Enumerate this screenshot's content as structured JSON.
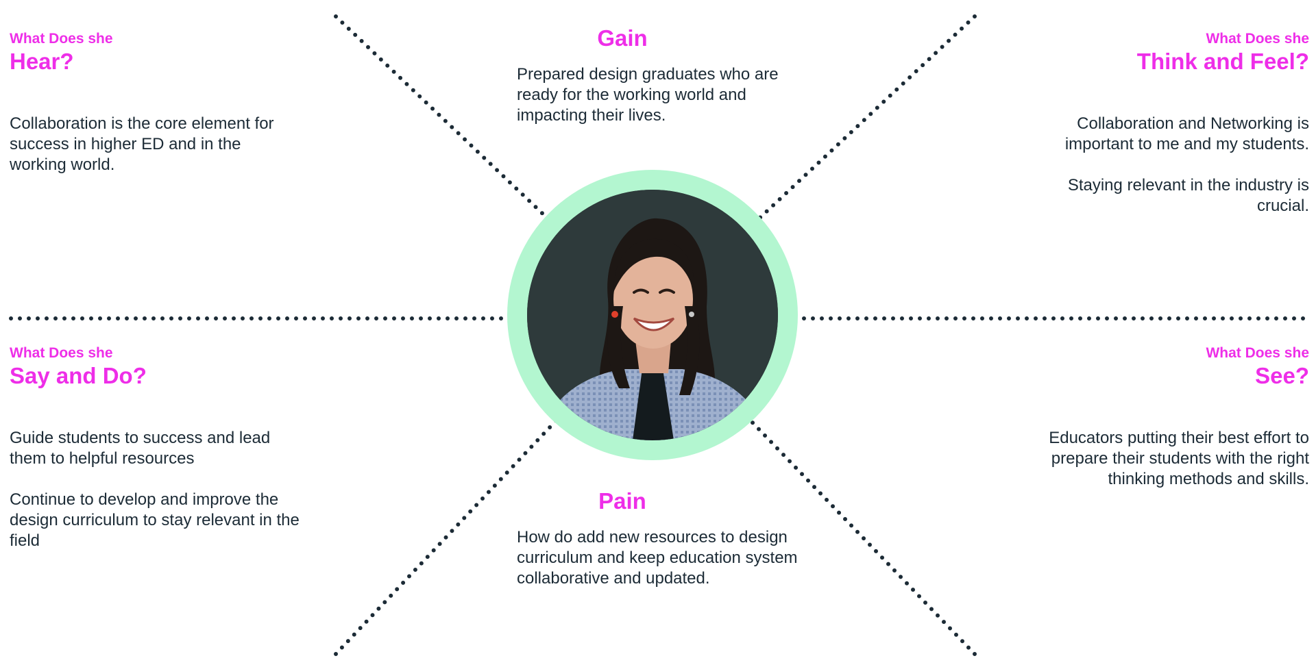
{
  "quadrants": {
    "hear": {
      "label_small": "What Does she",
      "label_big": "Hear?",
      "body": [
        "Collaboration is the core element for success in higher ED and in the working world."
      ]
    },
    "think_feel": {
      "label_small": "What Does she",
      "label_big": "Think and Feel?",
      "body": [
        "Collaboration and Networking is important to me and my students.",
        "Staying relevant in the industry is crucial."
      ]
    },
    "say_do": {
      "label_small": "What Does she",
      "label_big": "Say and Do?",
      "body": [
        "Guide students to success and lead them to helpful resources",
        "Continue to develop and improve the design curriculum to stay relevant in the field"
      ]
    },
    "see": {
      "label_small": "What Does she",
      "label_big": "See?",
      "body": [
        "Educators putting their best effort to prepare their students with the right thinking methods and skills."
      ]
    }
  },
  "gain": {
    "heading": "Gain",
    "body": "Prepared design graduates who are ready for the working world and impacting their lives."
  },
  "pain": {
    "heading": "Pain",
    "body": "How do add new resources to design curriculum and keep education system collaborative and updated."
  },
  "colors": {
    "accent": "#ee2ee8",
    "text": "#1c2b36",
    "ring": "#b3f6d0",
    "dots": "#1c2b36"
  },
  "avatar": {
    "icon": "person-portrait-icon"
  }
}
